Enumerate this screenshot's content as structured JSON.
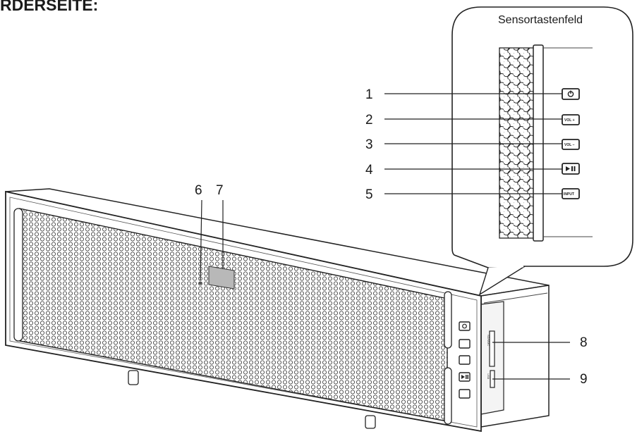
{
  "heading": "RDERSEITE:",
  "inset": {
    "title": "Sensortastenfeld",
    "buttons": [
      {
        "number": "1",
        "label": "",
        "icon": "power-icon"
      },
      {
        "number": "2",
        "label": "VOL +",
        "icon": ""
      },
      {
        "number": "3",
        "label": "VOL –",
        "icon": ""
      },
      {
        "number": "4",
        "label": "",
        "icon": "play-pause-icon"
      },
      {
        "number": "5",
        "label": "INPUT",
        "icon": ""
      }
    ]
  },
  "device": {
    "callouts": [
      {
        "number": "6"
      },
      {
        "number": "7"
      },
      {
        "number": "8"
      },
      {
        "number": "9"
      }
    ],
    "side_labels": {
      "card": "SD/MMC",
      "usb": "USB"
    }
  }
}
